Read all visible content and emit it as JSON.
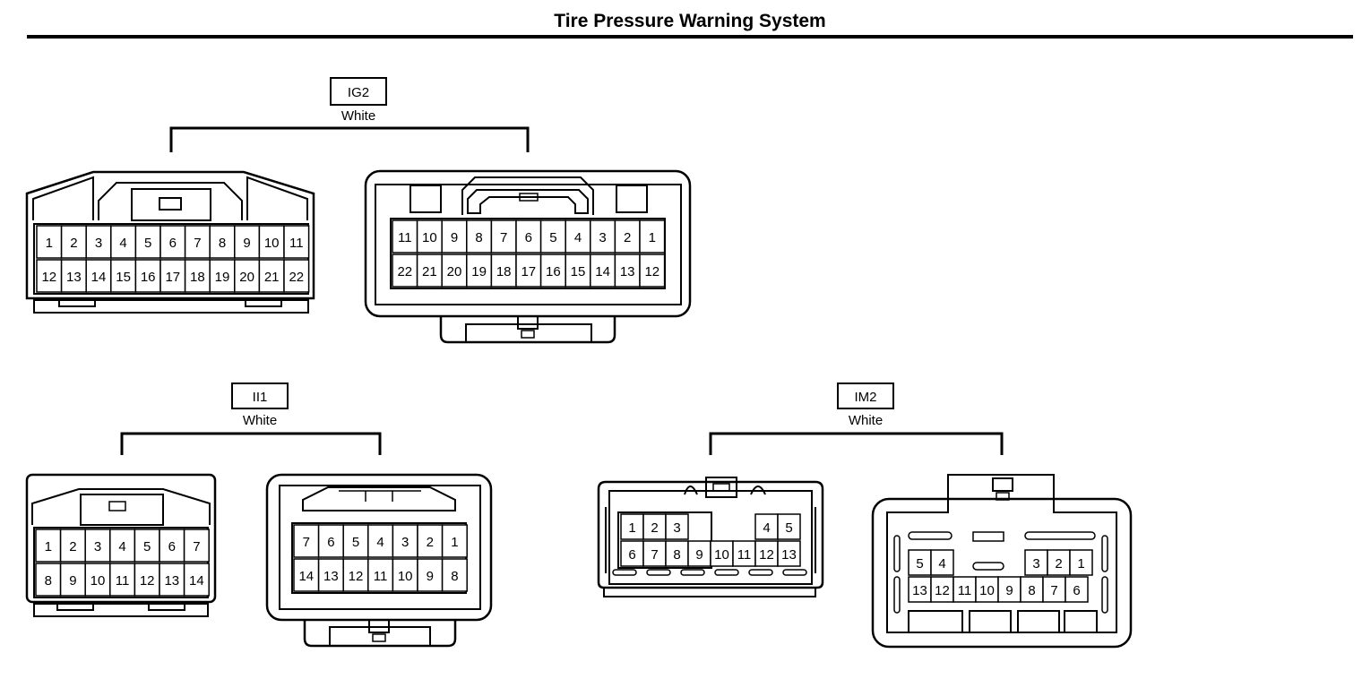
{
  "title": "Tire Pressure Warning System",
  "connectors": {
    "ig2": {
      "code": "IG2",
      "color": "White",
      "left_rows": [
        [
          "1",
          "2",
          "3",
          "4",
          "5",
          "6",
          "7",
          "8",
          "9",
          "10",
          "11"
        ],
        [
          "12",
          "13",
          "14",
          "15",
          "16",
          "17",
          "18",
          "19",
          "20",
          "21",
          "22"
        ]
      ],
      "right_rows": [
        [
          "11",
          "10",
          "9",
          "8",
          "7",
          "6",
          "5",
          "4",
          "3",
          "2",
          "1"
        ],
        [
          "22",
          "21",
          "20",
          "19",
          "18",
          "17",
          "16",
          "15",
          "14",
          "13",
          "12"
        ]
      ]
    },
    "ii1": {
      "code": "II1",
      "color": "White",
      "left_rows": [
        [
          "1",
          "2",
          "3",
          "4",
          "5",
          "6",
          "7"
        ],
        [
          "8",
          "9",
          "10",
          "11",
          "12",
          "13",
          "14"
        ]
      ],
      "right_rows": [
        [
          "7",
          "6",
          "5",
          "4",
          "3",
          "2",
          "1"
        ],
        [
          "14",
          "13",
          "12",
          "11",
          "10",
          "9",
          "8"
        ]
      ]
    },
    "im2": {
      "code": "IM2",
      "color": "White",
      "left_row1a": [
        "1",
        "2",
        "3"
      ],
      "left_row1b": [
        "4",
        "5"
      ],
      "left_row2": [
        "6",
        "7",
        "8",
        "9",
        "10",
        "11",
        "12",
        "13"
      ],
      "right_row1a": [
        "5",
        "4"
      ],
      "right_row1b": [
        "3",
        "2",
        "1"
      ],
      "right_row2": [
        "13",
        "12",
        "11",
        "10",
        "9",
        "8",
        "7",
        "6"
      ]
    }
  }
}
